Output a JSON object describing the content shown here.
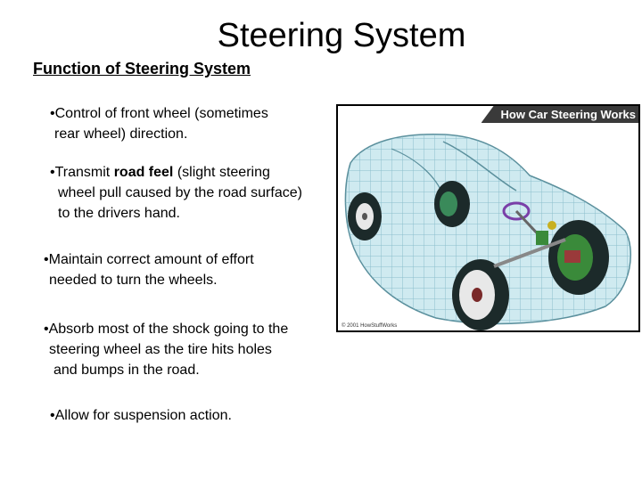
{
  "title": "Steering System",
  "subtitle": "Function of Steering System",
  "bullets": {
    "b1": {
      "l1": "Control of front wheel (sometimes",
      "l2": "rear wheel) direction."
    },
    "b2": {
      "l1_pre": "Transmit ",
      "l1_bold": "road feel",
      "l1_post": " (slight steering",
      "l2": "wheel pull caused by the road surface)",
      "l3": "to the drivers hand."
    },
    "b3": {
      "l1": "Maintain correct amount of effort",
      "l2": "needed to turn the wheels."
    },
    "b4": {
      "l1": "Absorb most of the shock going to the",
      "l2": "steering wheel as the tire hits holes",
      "l3": "and bumps in the road."
    },
    "b5": {
      "l1": "Allow for suspension action."
    }
  },
  "bullet_glyph": "•",
  "figure": {
    "banner": "How Car Steering Works",
    "copyright": "© 2001 HowStuffWorks",
    "colors": {
      "body": "#cfeaf0",
      "grid": "#7fb6c6",
      "tire": "#1c2a2a",
      "rim": "#e8e8e8",
      "wheel": "#7a3fa8",
      "gear": "#3a8a3a"
    }
  }
}
